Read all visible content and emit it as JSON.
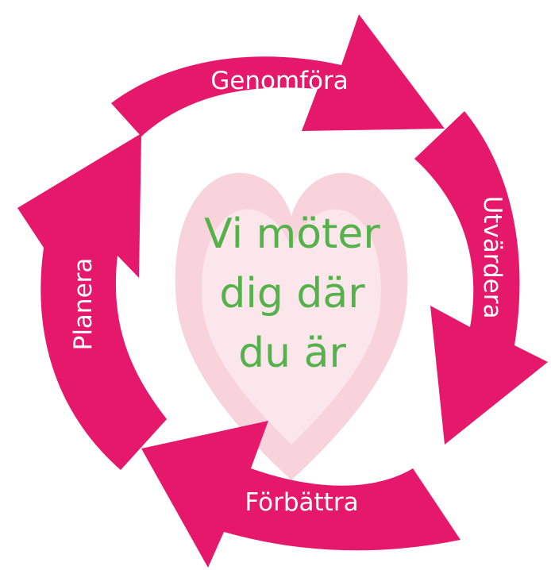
{
  "colors": {
    "arrow": "#e5186b",
    "heart_outer": "#f8d3dc",
    "heart_inner": "#fbe6eb",
    "center_text": "#55b24a",
    "label_text": "#ffffff"
  },
  "steps": [
    {
      "label": "Genomföra"
    },
    {
      "label": "Utvärdera"
    },
    {
      "label": "Förbättra"
    },
    {
      "label": "Planera"
    }
  ],
  "center": {
    "lines": [
      "Vi möter",
      "dig där",
      "du är"
    ],
    "icon": "heart-icon"
  }
}
